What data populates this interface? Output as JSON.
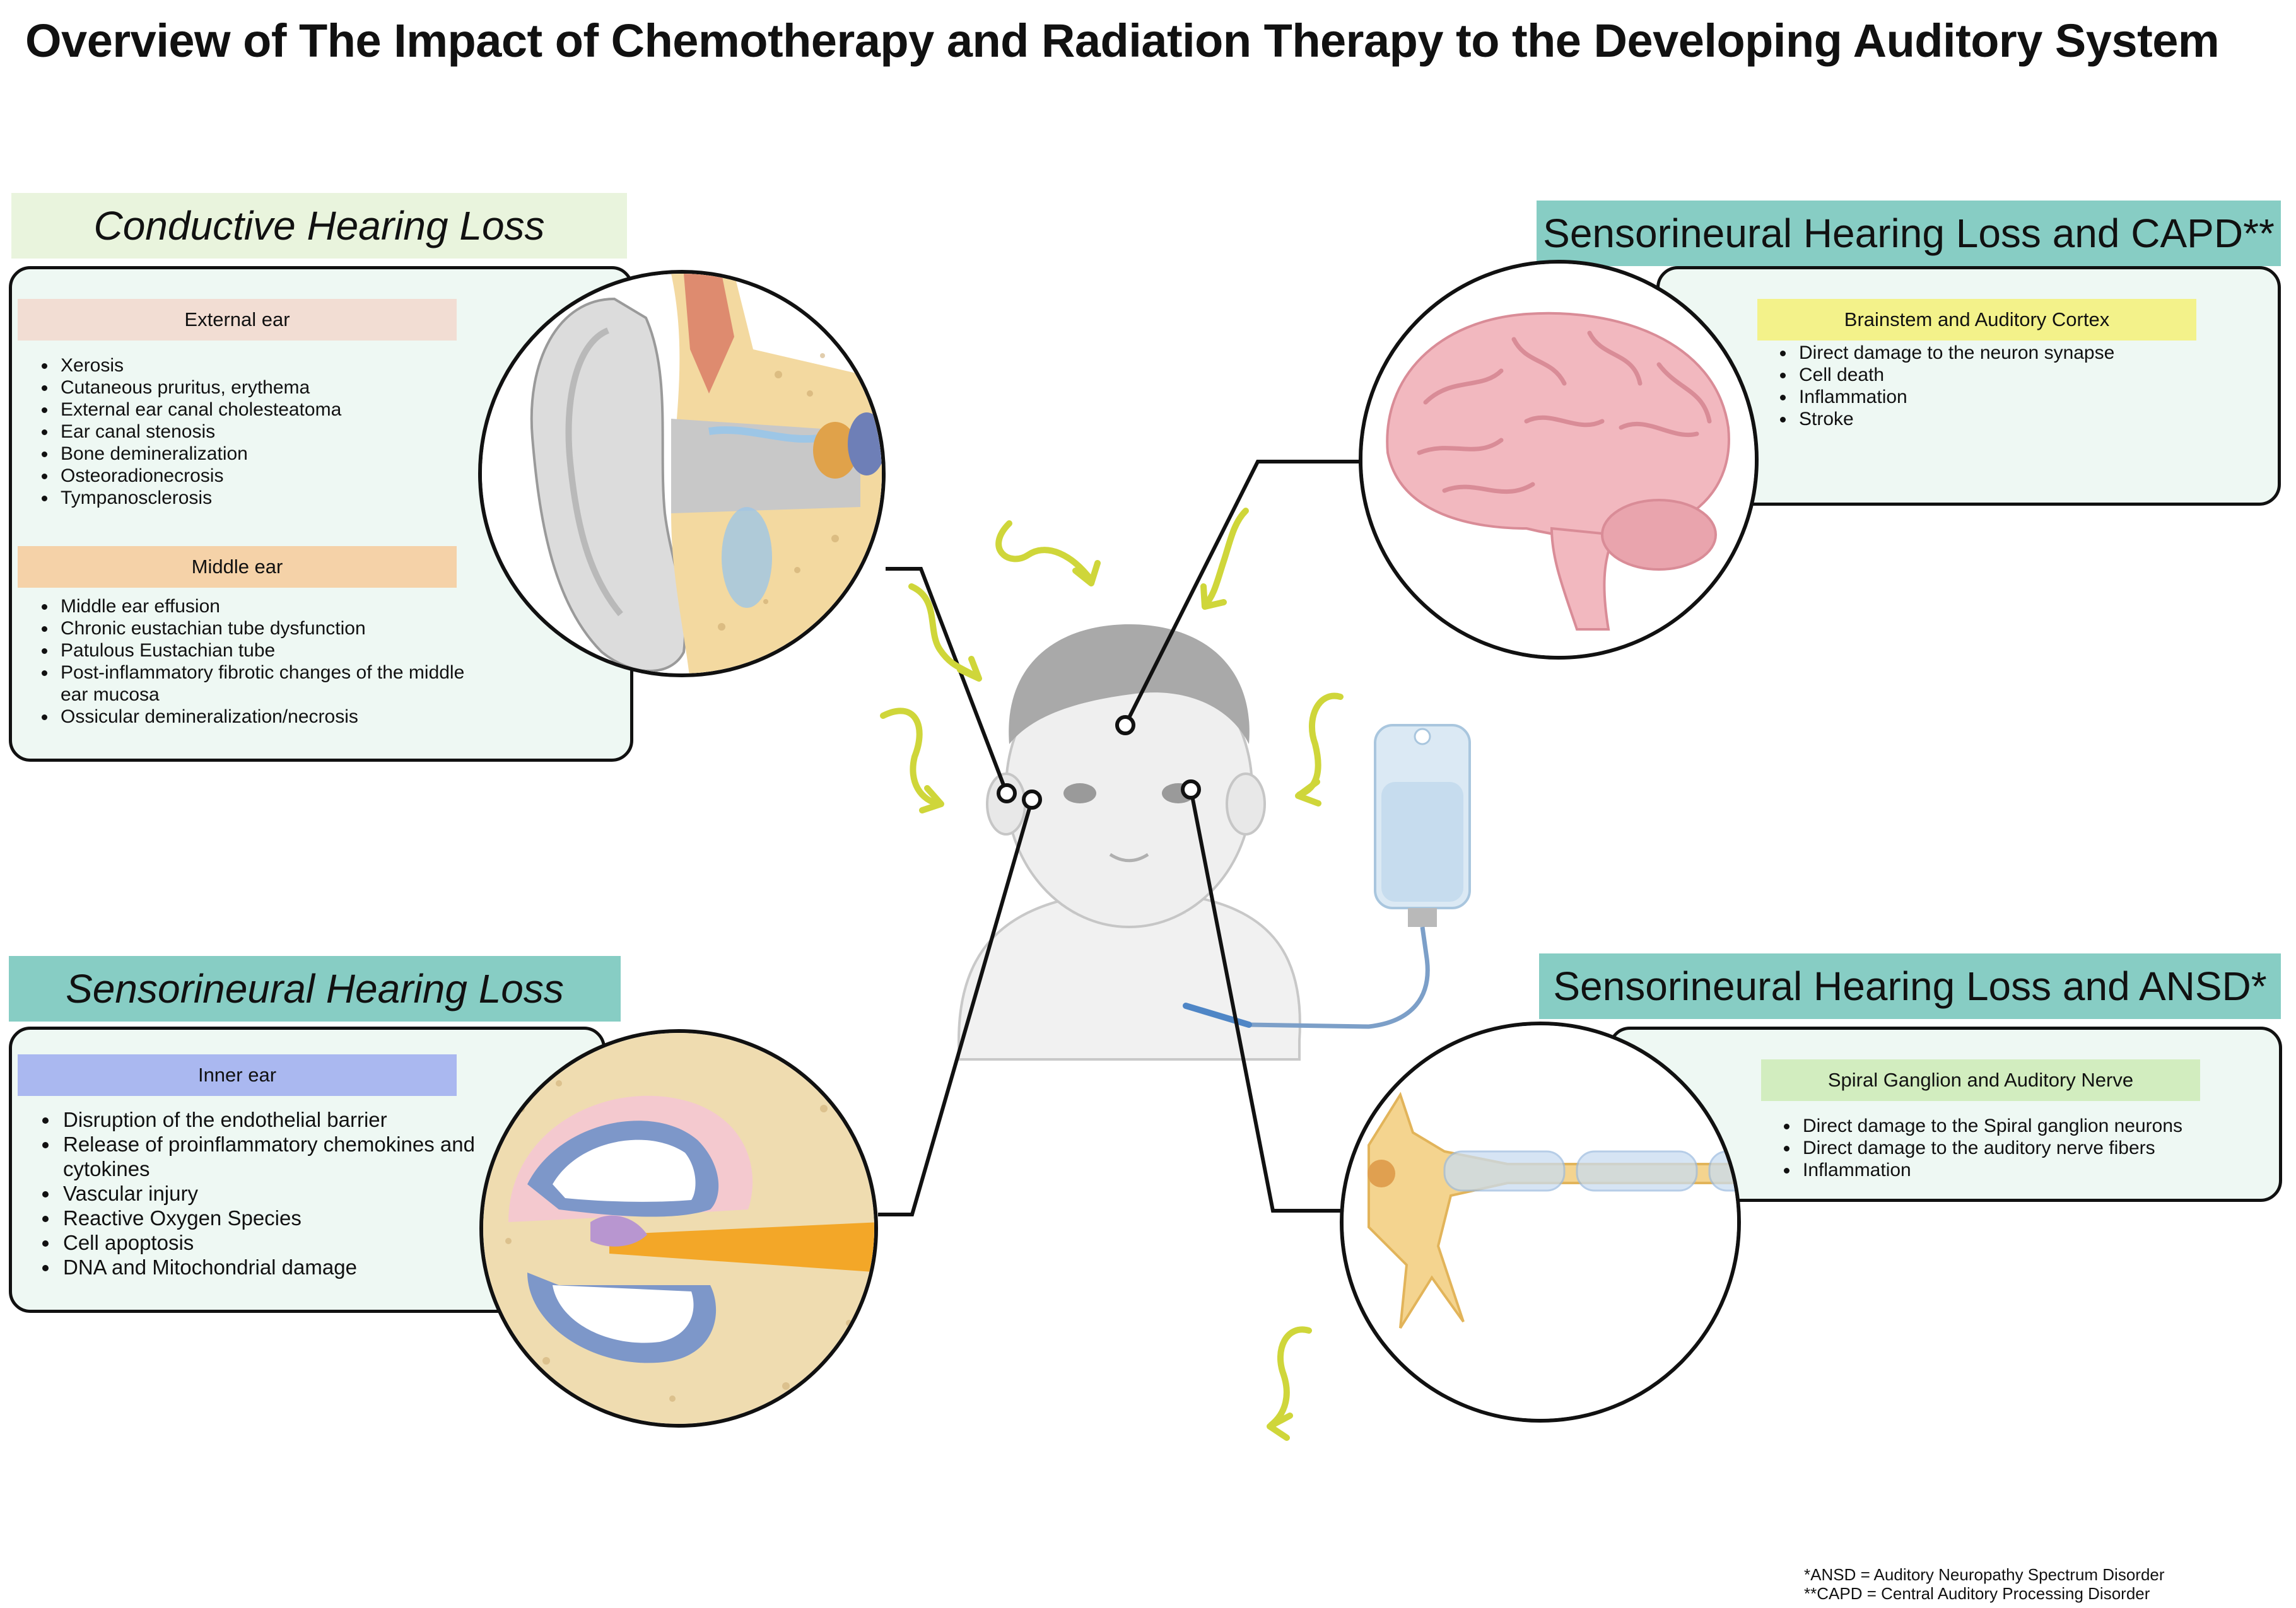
{
  "title": "Overview of The Impact of Chemotherapy and Radiation Therapy to the Developing Auditory System",
  "conductive": {
    "header": "Conductive Hearing Loss",
    "external": {
      "label": "External ear",
      "items": [
        "Xerosis",
        "Cutaneous pruritus, erythema",
        "External ear canal cholesteatoma",
        "Ear canal stenosis",
        "Bone demineralization",
        "Osteoradionecrosis",
        "Tympanosclerosis"
      ]
    },
    "middle": {
      "label": "Middle ear",
      "items": [
        "Middle ear effusion",
        "Chronic eustachian tube dysfunction",
        "Patulous Eustachian tube",
        "Post-inflammatory fibrotic changes of the middle ear mucosa",
        "Ossicular demineralization/necrosis"
      ]
    }
  },
  "sensorineural": {
    "header": "Sensorineural Hearing Loss",
    "inner": {
      "label": "Inner ear",
      "items": [
        "Disruption of the endothelial barrier",
        "Release of proinflammatory chemokines and cytokines",
        "Vascular injury",
        "Reactive Oxygen Species",
        "Cell apoptosis",
        "DNA and Mitochondrial damage"
      ]
    }
  },
  "capd": {
    "header": "Sensorineural Hearing Loss and CAPD**",
    "brainstem": {
      "label": "Brainstem and Auditory Cortex",
      "items": [
        "Direct damage to the neuron synapse",
        "Cell death",
        "Inflammation",
        "Stroke"
      ]
    }
  },
  "ansd": {
    "header": "Sensorineural Hearing Loss and ANSD*",
    "ganglion": {
      "label": "Spiral Ganglion and Auditory Nerve",
      "items": [
        "Direct damage to the Spiral ganglion neurons",
        "Direct damage to the auditory nerve fibers",
        "Inflammation"
      ]
    }
  },
  "footnotes": {
    "ansd": "*ANSD = Auditory Neuropathy Spectrum Disorder",
    "capd": "**CAPD = Central Auditory Processing Disorder"
  },
  "colors": {
    "header_green": "#e9f4dd",
    "header_teal": "#87cdc4",
    "panel_bg": "#eef8f3",
    "external_ear": "#f2ddd3",
    "middle_ear": "#f5d2a8",
    "inner_ear": "#aab8f0",
    "brainstem": "#f3f28a",
    "ganglion": "#d2edbf",
    "radiation_arrow": "#cfd63a"
  }
}
